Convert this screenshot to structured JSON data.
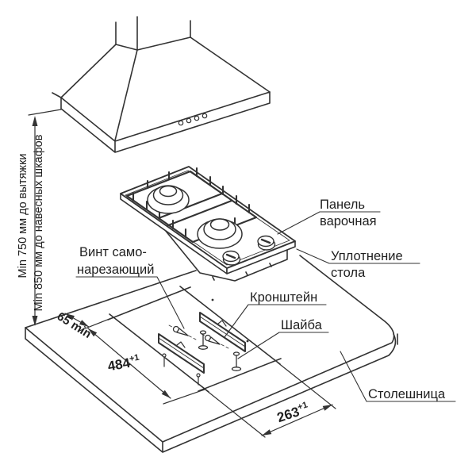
{
  "clearances": {
    "to_hood": "Min 750 мм до вытяжки",
    "to_cabinets": "Min 850 мм до навесных шкафов"
  },
  "callouts": {
    "hob_panel": {
      "line1": "Панель",
      "line2": "варочная"
    },
    "table_seal": {
      "line1": "Уплотнение",
      "line2": "стола"
    },
    "self_tapping_screw": {
      "line1": "Винт само-",
      "line2": "нарезающий"
    },
    "bracket": "Кронштейн",
    "washer": "Шайба",
    "countertop": "Столешница"
  },
  "dimensions": {
    "edge_clearance": "65 min",
    "cutout_length": {
      "value": "484",
      "tolerance": "+1"
    },
    "cutout_width": {
      "value": "263",
      "tolerance": "+1"
    }
  },
  "colors": {
    "line": "#333333",
    "background": "#ffffff"
  }
}
